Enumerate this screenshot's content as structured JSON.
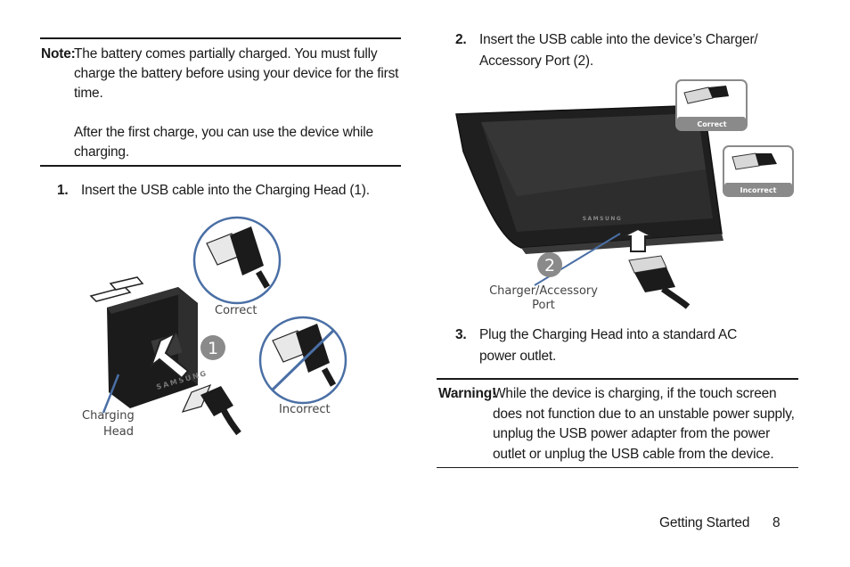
{
  "note": {
    "label": "Note:",
    "paragraph1": "The battery comes partially charged. You must fully charge the battery before using your device for the first time.",
    "paragraph2": "After the first charge, you can use the device while charging."
  },
  "steps": [
    {
      "number": "1.",
      "text": "Insert the USB cable into the Charging Head (1)."
    },
    {
      "number": "2.",
      "text": "Insert the USB cable into the device’s Charger/ Accessory Port (2)."
    },
    {
      "number": "3.",
      "text": "Plug the Charging Head into a standard AC power outlet."
    }
  ],
  "figure1": {
    "callout": "1",
    "correct_label": "Correct",
    "incorrect_label": "Incorrect",
    "head_label_line1": "Charging",
    "head_label_line2": "Head",
    "brand": "SAMSUNG"
  },
  "figure2": {
    "callout": "2",
    "correct_label": "Correct",
    "incorrect_label": "Incorrect",
    "port_label_line1": "Charger/Accessory",
    "port_label_line2": "Port",
    "brand": "SAMSUNG"
  },
  "warning": {
    "label": "Warning!",
    "text": "While the device is charging, if the touch screen does not function due to an unstable power supply, unplug the USB power adapter from the power outlet or unplug the USB cable from the device."
  },
  "footer": {
    "section": "Getting Started",
    "page": "8"
  },
  "colors": {
    "callout_blue": "#4a6fa5",
    "badge_gray": "#8a8a8a"
  }
}
